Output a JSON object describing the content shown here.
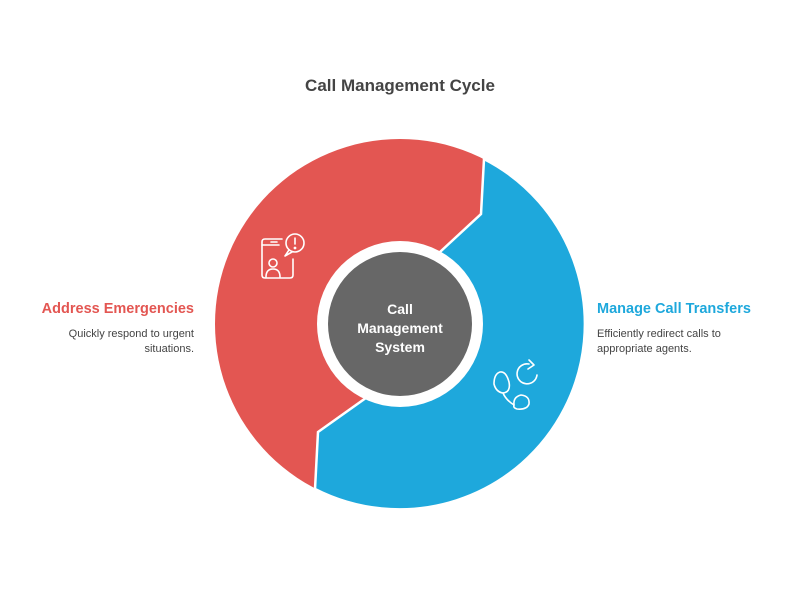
{
  "title": "Call Management Cycle",
  "colors": {
    "emergency": "#e35652",
    "transfer": "#1ea8dc",
    "center": "#676767",
    "title": "#444444",
    "text": "#444444"
  },
  "center": {
    "line1": "Call",
    "line2": "Management",
    "line3": "System"
  },
  "segments": [
    {
      "heading": "Address Emergencies",
      "description_line1": "Quickly respond to urgent",
      "description_line2": "situations.",
      "icon": "mobile-alert-person-icon",
      "color": "#e35652"
    },
    {
      "heading": "Manage Call Transfers",
      "description_line1": "Efficiently redirect calls to",
      "description_line2": "appropriate agents.",
      "icon": "phone-transfer-icon",
      "color": "#1ea8dc"
    }
  ]
}
